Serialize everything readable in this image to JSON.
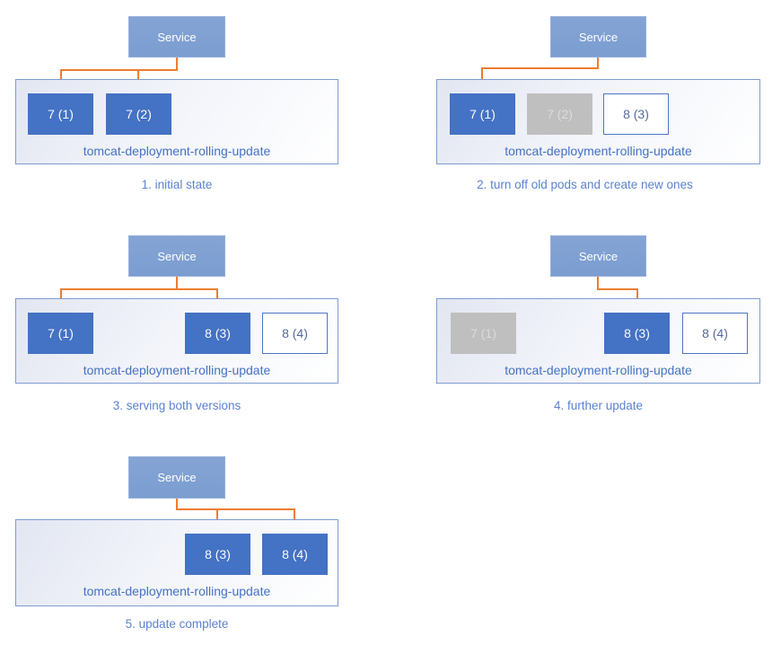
{
  "colors": {
    "page_background": "#ffffff",
    "service_fill": "#7b9dd0",
    "pod_active_fill": "#4472c4",
    "pod_terminated_fill": "#bfbfbf",
    "pod_new_border": "#4f76c2",
    "deployment_border": "#7f9cd0",
    "deployment_fill_gradient_start": "#e2e6f1",
    "arrow_orange": "#ed7d31",
    "label_text_blue": "#4472c4",
    "caption_text_blue": "#5b82d1"
  },
  "diagram": {
    "panels": [
      {
        "caption": "1. initial state",
        "service_label": "Service",
        "deployment_label": "tomcat-deployment-rolling-update",
        "pods": [
          {
            "label": "7 (1)",
            "state": "active",
            "css_class": "pod active"
          },
          {
            "label": "7 (2)",
            "state": "active",
            "css_class": "pod active"
          }
        ]
      },
      {
        "caption": "2. turn off old pods and create new ones",
        "service_label": "Service",
        "deployment_label": "tomcat-deployment-rolling-update",
        "pods": [
          {
            "label": "7 (1)",
            "state": "active",
            "css_class": "pod active"
          },
          {
            "label": "7 (2)",
            "state": "terminated",
            "css_class": "pod terminated"
          },
          {
            "label": "8 (3)",
            "state": "new",
            "css_class": "pod new"
          }
        ]
      },
      {
        "caption": "3. serving both versions",
        "service_label": "Service",
        "deployment_label": "tomcat-deployment-rolling-update",
        "pods": [
          {
            "label": "7 (1)",
            "state": "active",
            "css_class": "pod active"
          },
          {
            "label": "8 (3)",
            "state": "active",
            "css_class": "pod active"
          },
          {
            "label": "8 (4)",
            "state": "new",
            "css_class": "pod new"
          }
        ]
      },
      {
        "caption": "4. further update",
        "service_label": "Service",
        "deployment_label": "tomcat-deployment-rolling-update",
        "pods": [
          {
            "label": "7 (1)",
            "state": "terminated",
            "css_class": "pod terminated"
          },
          {
            "label": "8 (3)",
            "state": "active",
            "css_class": "pod active"
          },
          {
            "label": "8 (4)",
            "state": "new",
            "css_class": "pod new"
          }
        ]
      },
      {
        "caption": "5. update complete",
        "service_label": "Service",
        "deployment_label": "tomcat-deployment-rolling-update",
        "pods": [
          {
            "label": "8 (3)",
            "state": "active",
            "css_class": "pod active"
          },
          {
            "label": "8 (4)",
            "state": "active",
            "css_class": "pod active"
          }
        ]
      }
    ]
  }
}
